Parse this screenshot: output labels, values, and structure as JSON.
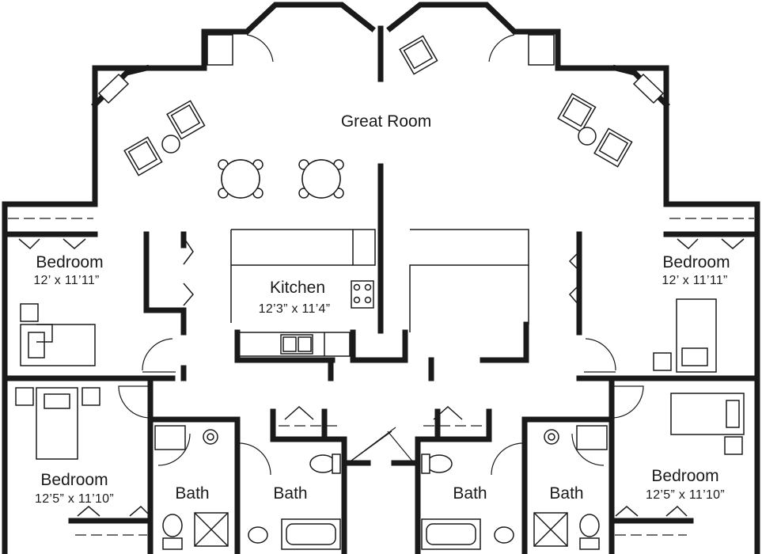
{
  "plan": {
    "great_room": {
      "name": "Great Room"
    },
    "kitchen": {
      "name": "Kitchen",
      "dims": "12’3” x 11’4”"
    },
    "bedroom_upper_left": {
      "name": "Bedroom",
      "dims": "12’ x 11’11”"
    },
    "bedroom_upper_right": {
      "name": "Bedroom",
      "dims": "12’ x 11’11”"
    },
    "bedroom_lower_left": {
      "name": "Bedroom",
      "dims": "12’5” x 11’10”"
    },
    "bedroom_lower_right": {
      "name": "Bedroom",
      "dims": "12’5” x 11’10”"
    },
    "bath_1": {
      "name": "Bath"
    },
    "bath_2": {
      "name": "Bath"
    },
    "bath_3": {
      "name": "Bath"
    },
    "bath_4": {
      "name": "Bath"
    }
  }
}
